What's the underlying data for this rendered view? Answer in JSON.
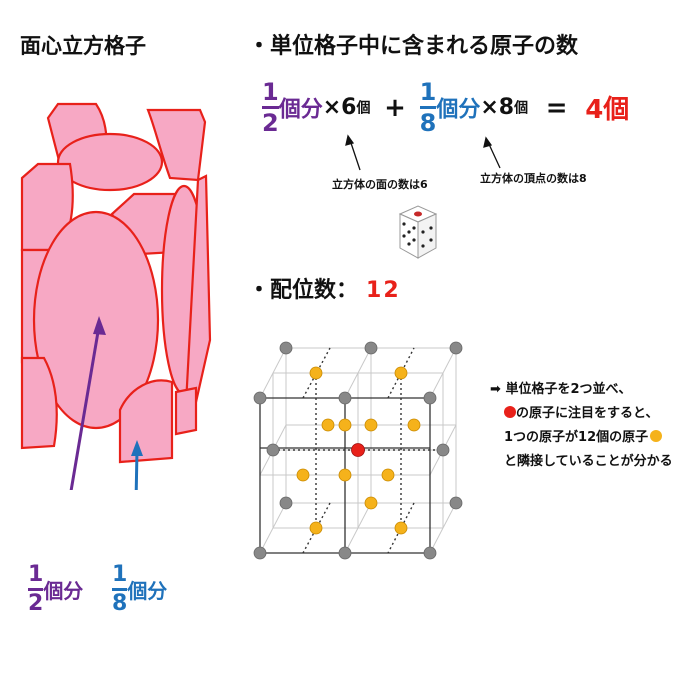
{
  "title": "面心立方格子",
  "count_section": {
    "heading": "・単位格子中に含まれる原子の数",
    "term1_num": "1",
    "term1_den": "2",
    "term1_unit": "個分",
    "term1_mult": "×6",
    "term1_suffix": "個",
    "plus": "+",
    "term2_num": "1",
    "term2_den": "8",
    "term2_unit": "個分",
    "term2_mult": "×8",
    "term2_suffix": "個",
    "equals": "=",
    "result": "4個",
    "note_faces": "立方体の面の数は6",
    "note_vertices": "立方体の頂点の数は8"
  },
  "coord_section": {
    "heading": "・配位数：",
    "value": "12"
  },
  "explanation": {
    "line1": "単位格子を2つ並べ、",
    "line2": "の原子に注目をすると、",
    "line3": "1つの原子が12個の原子",
    "line4": "と隣接していることが分かる"
  },
  "labels": {
    "half_num": "1",
    "half_den": "2",
    "half_unit": "個分",
    "eighth_num": "1",
    "eighth_den": "8",
    "eighth_unit": "個分"
  },
  "colors": {
    "atom_fill": "#f7a8c4",
    "atom_edge": "#e8211a",
    "purple": "#6a2a93",
    "blue": "#1f72bb",
    "result_red": "#e8211a",
    "gold_atom": "#f5b21b",
    "gray_atom": "#888888",
    "center_atom": "#e8211a"
  }
}
